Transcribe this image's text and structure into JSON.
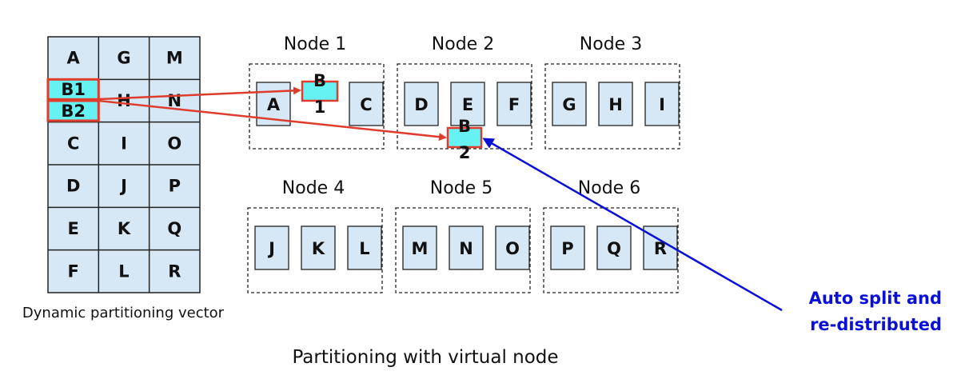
{
  "vector": {
    "rows": [
      [
        "A",
        "G",
        "M"
      ],
      [
        "",
        "H",
        "N"
      ],
      [
        "C",
        "I",
        "O"
      ],
      [
        "D",
        "J",
        "P"
      ],
      [
        "E",
        "K",
        "Q"
      ],
      [
        "F",
        "L",
        "R"
      ]
    ],
    "split_labels": [
      "B1",
      "B2"
    ],
    "caption": "Dynamic partitioning vector"
  },
  "nodes": [
    {
      "title": "Node 1",
      "parts": [
        "A",
        "",
        "C"
      ]
    },
    {
      "title": "Node 2",
      "parts": [
        "D",
        "E",
        "F"
      ]
    },
    {
      "title": "Node 3",
      "parts": [
        "G",
        "H",
        "I"
      ]
    },
    {
      "title": "Node 4",
      "parts": [
        "J",
        "K",
        "L"
      ]
    },
    {
      "title": "Node 5",
      "parts": [
        "M",
        "N",
        "O"
      ]
    },
    {
      "title": "Node 6",
      "parts": [
        "P",
        "Q",
        "R"
      ]
    }
  ],
  "split_parts": [
    {
      "label": [
        "B",
        "1"
      ]
    },
    {
      "label": [
        "B",
        "2"
      ]
    }
  ],
  "annotation": [
    "Auto split and",
    "re-distributed"
  ],
  "caption": "Partitioning with virtual node",
  "colors": {
    "cell_fill": "#d6e8f6",
    "split_fill": "#66f2f2",
    "red_arrow": "#e03c2e",
    "blue_arrow": "#0b10d9",
    "border": "#222222"
  }
}
